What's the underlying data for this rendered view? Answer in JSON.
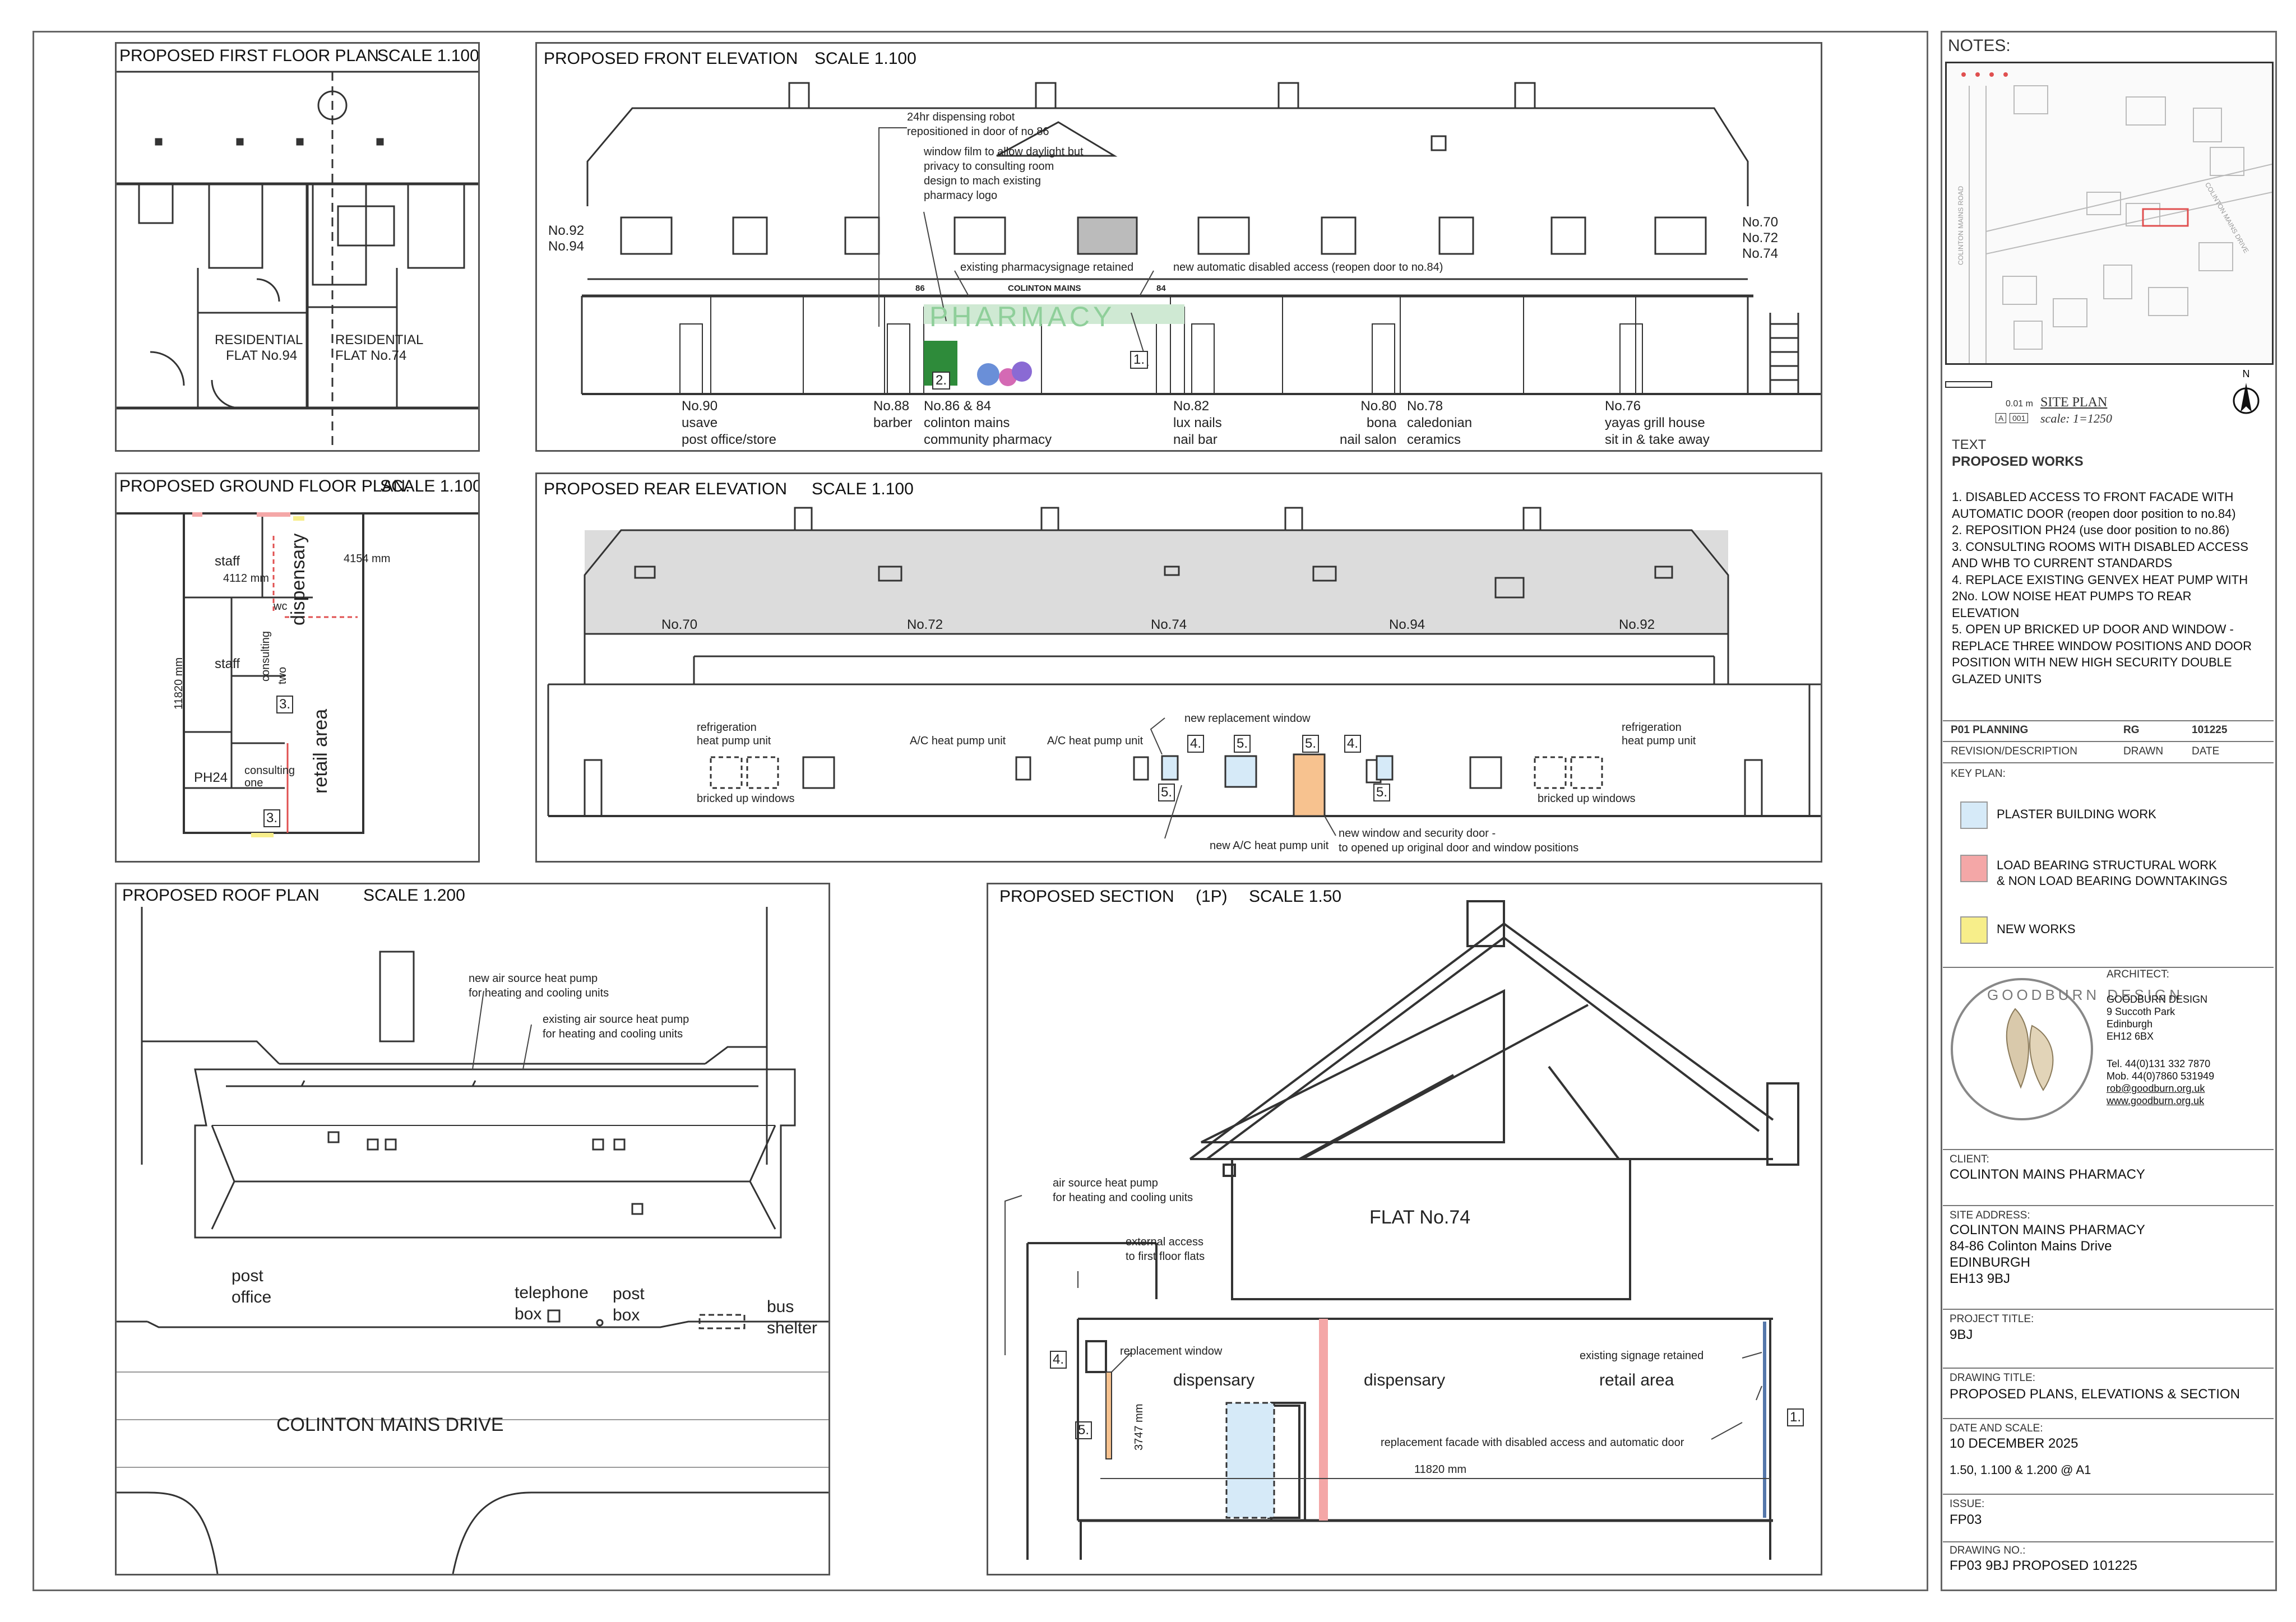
{
  "panels": {
    "first_floor": {
      "title": "PROPOSED FIRST FLOOR PLAN",
      "scale": "SCALE 1.100",
      "flat94": [
        "RESIDENTIAL",
        "FLAT No.94"
      ],
      "flat74": [
        "RESIDENTIAL",
        "FLAT No.74"
      ]
    },
    "front_elevation": {
      "title": "PROPOSED FRONT ELEVATION",
      "scale": "SCALE 1.100",
      "left_numbers": [
        "No.92",
        "No.94"
      ],
      "right_numbers": [
        "No.70",
        "No.72",
        "No.74"
      ],
      "notes": {
        "robot": [
          "24hr dispensing robot",
          "repositioned in door of no.86"
        ],
        "film": [
          "window film to allow daylight but",
          "privacy to consulting room",
          "design to mach existing",
          "pharmacy logo"
        ],
        "signage": "existing pharmacysignage retained",
        "door": "new automatic disabled access (reopen door to no.84)"
      },
      "fascia": {
        "left_num": "86",
        "name": "COLINTON MAINS",
        "right_num": "84",
        "sign": "PHARMACY"
      },
      "markers": {
        "m2": "2.",
        "m1": "1."
      },
      "shops": [
        {
          "lines": [
            "No.90",
            "usave",
            "post office/store"
          ]
        },
        {
          "lines": [
            "No.88",
            "barber"
          ]
        },
        {
          "lines": [
            "No.86 & 84",
            "colinton mains",
            "community pharmacy"
          ]
        },
        {
          "lines": [
            "No.82",
            "lux nails",
            "nail bar"
          ]
        },
        {
          "lines": [
            "No.80",
            "bona",
            "nail salon"
          ]
        },
        {
          "lines": [
            "No.78",
            "caledonian",
            "ceramics"
          ]
        },
        {
          "lines": [
            "No.76",
            "yayas grill house",
            "sit in & take away"
          ]
        }
      ]
    },
    "ground_floor": {
      "title": "PROPOSED GROUND FLOOR PLAN.",
      "scale": "SCALE 1.100",
      "labels": {
        "staff1": "staff",
        "staff2": "staff",
        "dim1": "4112 mm",
        "dim2": "4154 mm",
        "dim3": "11820 mm",
        "dispensary": "dispensary",
        "retail": "retail area",
        "consulting1": "consulting",
        "consulting2": "consulting",
        "one": "one",
        "two": "two",
        "ph24": "PH24",
        "m3a": "3.",
        "m3b": "3.",
        "wc": "wc"
      }
    },
    "rear_elevation": {
      "title": "PROPOSED REAR ELEVATION",
      "scale": "SCALE 1.100",
      "numbers": [
        "No.70",
        "No.72",
        "No.74",
        "No.94",
        "No.92"
      ],
      "notes": {
        "refrig_left": [
          "refrigeration",
          "heat pump unit"
        ],
        "bricked_left": "bricked up windows",
        "ac1": "A/C heat pump unit",
        "ac2": "A/C heat pump unit",
        "new_window": "new replacement window",
        "refrig_right": [
          "refrigeration",
          "heat pump unit"
        ],
        "bricked_right": "bricked up windows",
        "new_door": [
          "new window and security door -",
          "to opened up original door and window positions"
        ],
        "new_ac": "new A/C heat pump unit"
      },
      "markers": [
        "4.",
        "5.",
        "5.",
        "4.",
        "5.",
        "5."
      ]
    },
    "roof_plan": {
      "title": "PROPOSED ROOF PLAN",
      "scale": "SCALE 1.200",
      "notes": {
        "new_pump": [
          "new air source heat pump",
          "for heating and cooling units"
        ],
        "existing_pump": [
          "existing air source heat pump",
          "for heating and cooling units"
        ]
      },
      "labels": {
        "post_office": [
          "post",
          "office"
        ],
        "telephone": [
          "telephone",
          "box"
        ],
        "post_box": [
          "post",
          "box"
        ],
        "bus": [
          "bus",
          "shelter"
        ],
        "road": "COLINTON MAINS DRIVE"
      }
    },
    "section": {
      "title": "PROPOSED SECTION",
      "sub": "(1P)",
      "scale": "SCALE 1.50",
      "labels": {
        "flat": "FLAT No.74",
        "air": [
          "air source heat pump",
          "for heating and cooling units"
        ],
        "access": [
          "external access",
          "to first floor flats"
        ],
        "replacement_window": "replacement window",
        "dispensary1": "dispensary",
        "dispensary2": "dispensary",
        "retail": "retail area",
        "signage": "existing signage retained",
        "facade": "replacement facade with disabled access and automatic door",
        "height": "3747 mm",
        "width": "11820 mm",
        "m4": "4.",
        "m5": "5.",
        "m1": "1."
      }
    }
  },
  "title_block": {
    "notes_heading": "NOTES:",
    "site_plan": {
      "title": "SITE PLAN",
      "scale": "scale: 1=1250",
      "zero": "0.01 m",
      "ref_a": "A",
      "ref_num": "001",
      "road": "COLINTON MAINS ROAD",
      "drive": "COLINTON MAINS DRIVE"
    },
    "text_label": "TEXT",
    "works_heading": "PROPOSED WORKS",
    "works": [
      "1. DISABLED ACCESS TO FRONT FACADE WITH",
      "AUTOMATIC DOOR (reopen door position to no.84)",
      "2. REPOSITION PH24 (use door position to no.86)",
      "3. CONSULTING ROOMS WITH DISABLED ACCESS",
      "AND WHB TO CURRENT STANDARDS",
      "4. REPLACE EXISTING GENVEX HEAT PUMP WITH",
      "2No. LOW NOISE HEAT PUMPS TO REAR",
      "ELEVATION",
      "5. OPEN UP BRICKED UP DOOR AND WINDOW -",
      "REPLACE THREE WINDOW POSITIONS AND DOOR",
      "POSITION WITH NEW HIGH SECURITY DOUBLE",
      "GLAZED UNITS"
    ],
    "revision": {
      "code": "P01 PLANNING",
      "drawn": "RG",
      "date": "101225"
    },
    "revision_headers": {
      "desc": "REVISION/DESCRIPTION",
      "drawn": "DRAWN",
      "date": "DATE"
    },
    "key_plan": "KEY PLAN:",
    "key_items": [
      {
        "label": [
          "PLASTER BUILDING WORK"
        ],
        "color": "#d6eaf8"
      },
      {
        "label": [
          "LOAD BEARING STRUCTURAL WORK",
          "& NON LOAD BEARING DOWNTAKINGS"
        ],
        "color": "#f4a7a7"
      },
      {
        "label": [
          "NEW WORKS"
        ],
        "color": "#f7ee8a"
      }
    ],
    "architect_heading": "ARCHITECT:",
    "architect": [
      "GOODBURN DESIGN",
      "9 Succoth Park",
      "Edinburgh",
      "EH12 6BX"
    ],
    "contact": [
      "Tel. 44(0)131 332 7870",
      "Mob. 44(0)7860 531949",
      "rob@goodburn.org.uk",
      "www.goodburn.org.uk"
    ],
    "logo_text": "GOODBURN DESIGN",
    "client_cap": "CLIENT:",
    "client": "COLINTON MAINS PHARMACY",
    "site_cap": "SITE ADDRESS:",
    "site": [
      "COLINTON MAINS PHARMACY",
      "84-86 Colinton Mains Drive",
      "EDINBURGH",
      "EH13 9BJ"
    ],
    "project_cap": "PROJECT TITLE:",
    "project": "9BJ",
    "drawing_cap": "DRAWING TITLE:",
    "drawing": "PROPOSED PLANS, ELEVATIONS & SECTION",
    "date_cap": "DATE AND SCALE:",
    "date": "10 DECEMBER 2025",
    "scales": "1.50, 1.100 & 1.200 @ A1",
    "issue_cap": "ISSUE:",
    "issue": "FP03",
    "drawing_no_cap": "DRAWING NO.:",
    "drawing_no": "FP03 9BJ PROPOSED 101225"
  },
  "colors": {
    "plaster": "#d6eaf8",
    "structural": "#f4a7a7",
    "new_works": "#f7ee8a",
    "pharmacy_green": "#2e8b3a",
    "roof_grey": "#dcdcdc"
  }
}
